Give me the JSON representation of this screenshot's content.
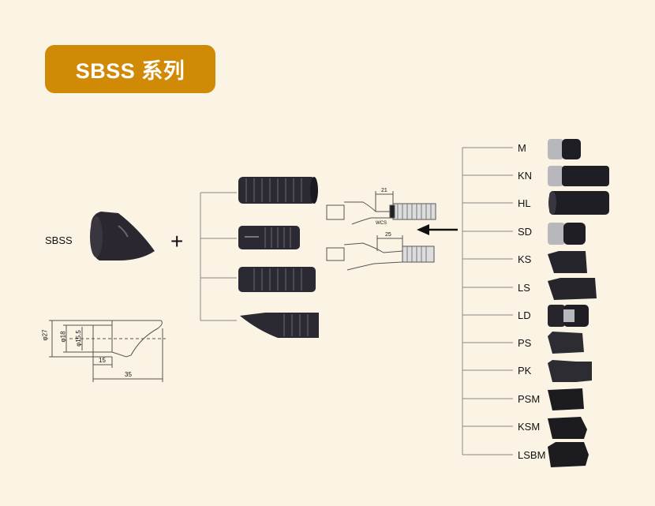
{
  "title": "SBSS 系列",
  "main_part": {
    "label": "SBSS"
  },
  "plus_sign": "+",
  "drawing_main": {
    "dim_d27": "φ27",
    "dim_d18": "φ18",
    "dim_d15": "φ15.5",
    "dim_15": "15",
    "dim_35": "35"
  },
  "drawing_adapter": {
    "dim_21": "21",
    "dim_25": "25",
    "mark": "WCS"
  },
  "series": [
    {
      "label": "M"
    },
    {
      "label": "KN"
    },
    {
      "label": "HL"
    },
    {
      "label": "SD"
    },
    {
      "label": "KS"
    },
    {
      "label": "LS"
    },
    {
      "label": "LD"
    },
    {
      "label": "PS"
    },
    {
      "label": "PK"
    },
    {
      "label": "PSM"
    },
    {
      "label": "KSM"
    },
    {
      "label": "LSBM"
    }
  ]
}
